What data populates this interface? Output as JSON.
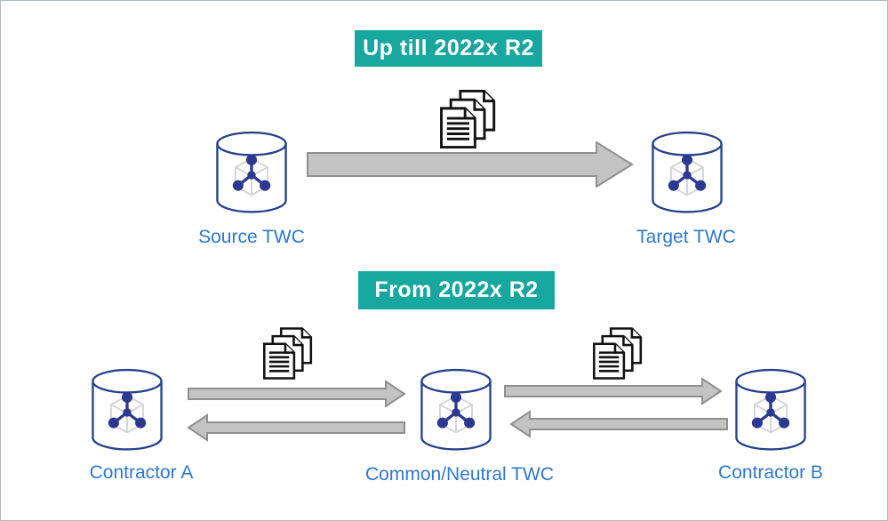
{
  "diagram": {
    "top_section": {
      "banner_label": "Up till 2022x R2",
      "source_label": "Source TWC",
      "target_label": "Target TWC"
    },
    "bottom_section": {
      "banner_label": "From 2022x R2",
      "contractor_a_label": "Contractor A",
      "common_label": "Common/Neutral TWC",
      "contractor_b_label": "Contractor B"
    }
  },
  "icons": {
    "database": "twc-database-cylinder-icon",
    "documents": "documents-stack-icon",
    "arrow_right": "flow-arrow-right-icon",
    "arrow_left": "flow-arrow-left-icon"
  },
  "colors": {
    "banner_bg": "#17a79f",
    "banner_text": "#ffffff",
    "label_text": "#2e78cd",
    "arrow_fill": "#c3c3c3",
    "arrow_stroke": "#8f8f8f",
    "cylinder_stroke": "#27418c",
    "molecule_fill": "#2b3990",
    "cube_stroke": "#d6d6d6",
    "document_icon": "#121212",
    "frame_border": "#b2bac0",
    "background": "#ffffff"
  }
}
